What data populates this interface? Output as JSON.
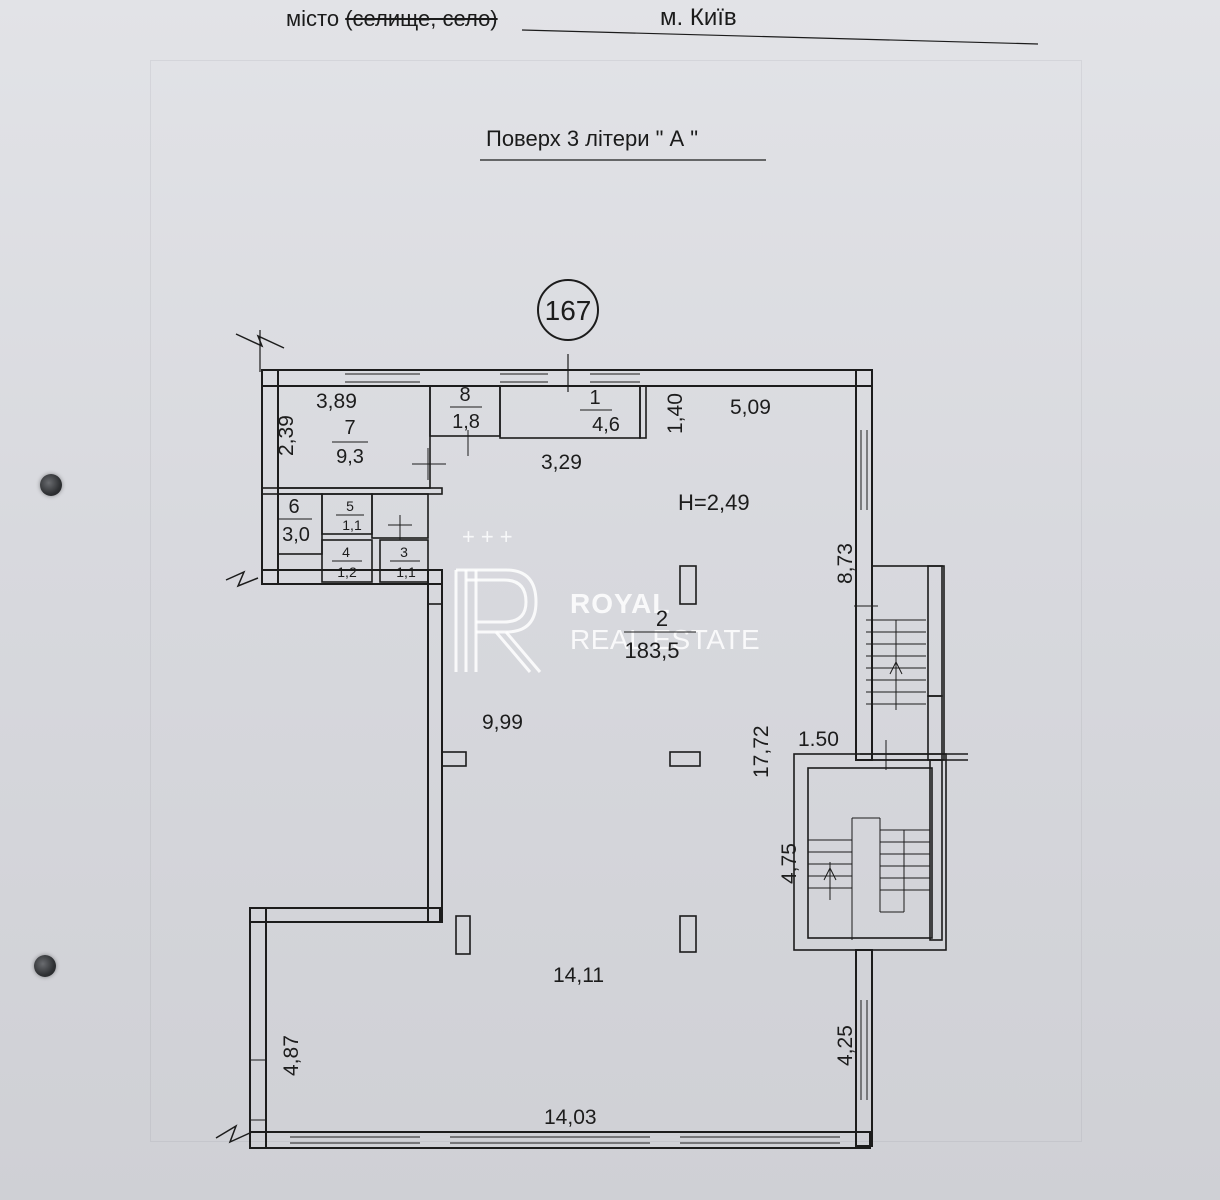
{
  "header": {
    "city_label_prefix": "місто ",
    "city_label_struck": "(селище, село)",
    "city_value": "м. Київ"
  },
  "floor": {
    "title": "Поверх  3  літери \" А \""
  },
  "plan": {
    "building_number": "167",
    "height_label": "Н=2,49",
    "main_room_number": "2",
    "main_room_area": "183,5",
    "rooms": [
      {
        "number": "1",
        "area": "4,6"
      },
      {
        "number": "3",
        "area": "1,1"
      },
      {
        "number": "4",
        "area": "1,2"
      },
      {
        "number": "5",
        "area": "1,1"
      },
      {
        "number": "6",
        "area": "3,0"
      },
      {
        "number": "7",
        "area": "9,3"
      },
      {
        "number": "8",
        "area": "1,8"
      }
    ],
    "dimensions": {
      "d389": "3,89",
      "d239": "2,39",
      "d509": "5,09",
      "d140": "1,40",
      "d329": "3,29",
      "d873": "8,73",
      "d999": "9,99",
      "d150": "1.50",
      "d1772": "17,72",
      "d475": "4,75",
      "d1411": "14,11",
      "d425": "4,25",
      "d487": "4,87",
      "d1403": "14,03"
    }
  },
  "watermark": {
    "stars": "+++",
    "line1": "ROYAL",
    "line2": "REAL ESTATE"
  },
  "colors": {
    "ink": "#1c1c1c",
    "paper": "#d9dade",
    "watermark": "#ffffff"
  }
}
